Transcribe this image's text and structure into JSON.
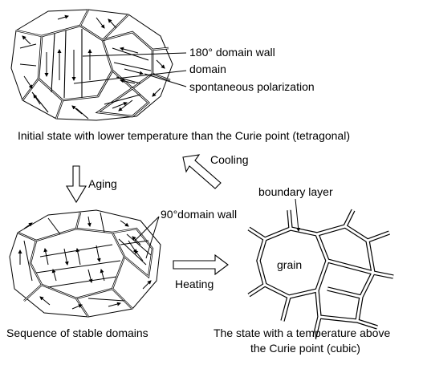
{
  "labels": {
    "wall_180": "180° domain wall",
    "domain": "domain",
    "spontaneous": "spontaneous polarization",
    "initial_state": "Initial state with lower temperature than the Curie point (tetragonal)",
    "cooling": "Cooling",
    "aging": "Aging",
    "boundary_layer": "boundary layer",
    "wall_90": "90°domain wall",
    "grain": "grain",
    "heating": "Heating",
    "stable": "Sequence of stable domains",
    "above_line1": "The state with a temperature above",
    "above_line2": "the Curie point (cubic)"
  }
}
